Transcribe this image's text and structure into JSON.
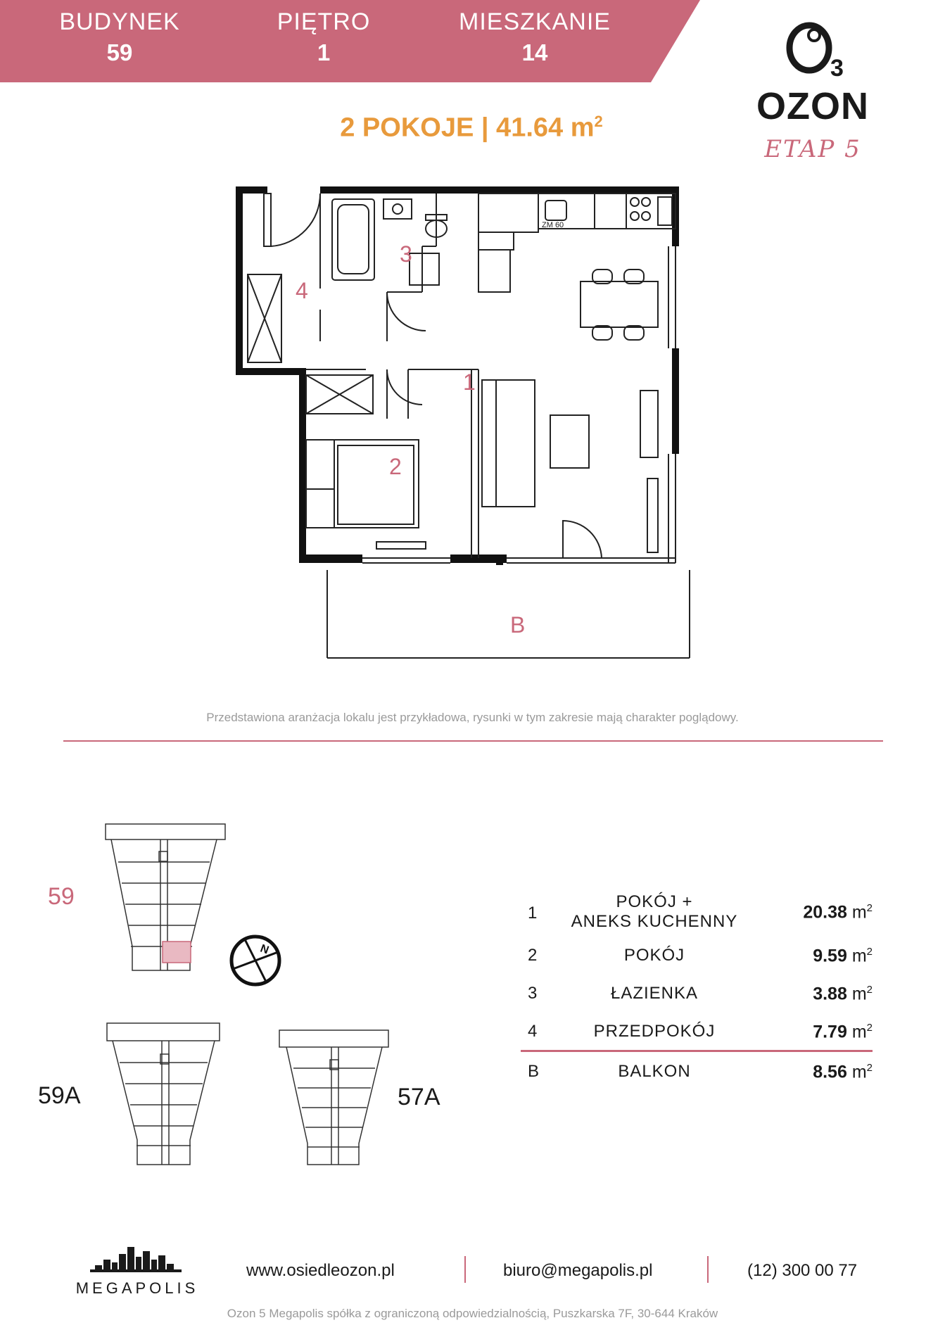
{
  "header": {
    "building_label": "BUDYNEK",
    "building_value": "59",
    "floor_label": "PIĘTRO",
    "floor_value": "1",
    "apartment_label": "MIESZKANIE",
    "apartment_value": "14",
    "banner_color": "#c9687a"
  },
  "logo": {
    "mark_letter": "O",
    "mark_sub": "3",
    "brand": "OZON",
    "stage": "ETAP 5"
  },
  "summary": {
    "rooms_text": "2 POKOJE | 41.64 m",
    "sup": "2",
    "accent_color": "#e89a3c"
  },
  "plan": {
    "room_numbers": [
      "1",
      "2",
      "3",
      "4",
      "B"
    ],
    "appliance_label": "ZM 60"
  },
  "disclaimer": "Przedstawiona aranżacja lokalu jest przykładowa, rysunki w tym zakresie mają charakter poglądowy.",
  "buildings": {
    "current": "59",
    "others": [
      "59A",
      "57A"
    ],
    "compass_label": "N"
  },
  "rooms": [
    {
      "no": "1",
      "name_line1": "POKÓJ +",
      "name_line2": "ANEKS KUCHENNY",
      "area": "20.38",
      "unit": "m",
      "sup": "2"
    },
    {
      "no": "2",
      "name_line1": "POKÓJ",
      "name_line2": "",
      "area": "9.59",
      "unit": "m",
      "sup": "2"
    },
    {
      "no": "3",
      "name_line1": "ŁAZIENKA",
      "name_line2": "",
      "area": "3.88",
      "unit": "m",
      "sup": "2"
    },
    {
      "no": "4",
      "name_line1": "PRZEDPOKÓJ",
      "name_line2": "",
      "area": "7.79",
      "unit": "m",
      "sup": "2"
    },
    {
      "no": "B",
      "name_line1": "BALKON",
      "name_line2": "",
      "area": "8.56",
      "unit": "m",
      "sup": "2"
    }
  ],
  "footer": {
    "company_logo": "MEGAPOLIS",
    "website": "www.osiedleozon.pl",
    "email": "biuro@megapolis.pl",
    "phone": "(12) 300 00 77",
    "legal": "Ozon 5 Megapolis spółka z ograniczoną odpowiedzialnością, Puszkarska 7F, 30-644 Kraków"
  }
}
